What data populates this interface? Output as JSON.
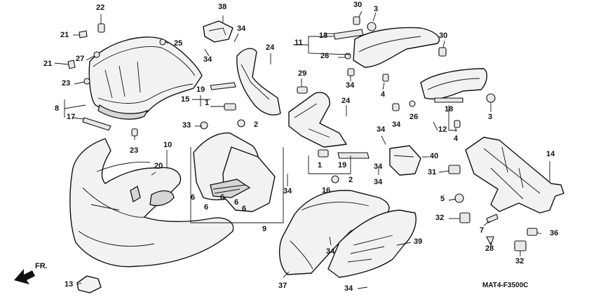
{
  "diagram": {
    "figure_code": "MAT4-F3500C",
    "front_label": "FR.",
    "callouts": [
      {
        "id": "c22",
        "text": "22"
      },
      {
        "id": "c21a",
        "text": "21"
      },
      {
        "id": "c21b",
        "text": "21"
      },
      {
        "id": "c27",
        "text": "27"
      },
      {
        "id": "c23a",
        "text": "23"
      },
      {
        "id": "c25",
        "text": "25"
      },
      {
        "id": "c8",
        "text": "8"
      },
      {
        "id": "c17",
        "text": "17"
      },
      {
        "id": "c23b",
        "text": "23"
      },
      {
        "id": "c38",
        "text": "38"
      },
      {
        "id": "c34a",
        "text": "34"
      },
      {
        "id": "c34b",
        "text": "34"
      },
      {
        "id": "c24a",
        "text": "24"
      },
      {
        "id": "c19a",
        "text": "19"
      },
      {
        "id": "c15",
        "text": "15"
      },
      {
        "id": "c1a",
        "text": "1"
      },
      {
        "id": "c33",
        "text": "33"
      },
      {
        "id": "c2a",
        "text": "2"
      },
      {
        "id": "c10",
        "text": "10"
      },
      {
        "id": "c20",
        "text": "20"
      },
      {
        "id": "c6a",
        "text": "6"
      },
      {
        "id": "c6b",
        "text": "6"
      },
      {
        "id": "c6c",
        "text": "6"
      },
      {
        "id": "c6d",
        "text": "6"
      },
      {
        "id": "c6e",
        "text": "6"
      },
      {
        "id": "c9",
        "text": "9"
      },
      {
        "id": "c13",
        "text": "13"
      },
      {
        "id": "c30a",
        "text": "30"
      },
      {
        "id": "c3a",
        "text": "3"
      },
      {
        "id": "c11",
        "text": "11"
      },
      {
        "id": "c18a",
        "text": "18"
      },
      {
        "id": "c26a",
        "text": "26"
      },
      {
        "id": "c29",
        "text": "29"
      },
      {
        "id": "c34c",
        "text": "34"
      },
      {
        "id": "c24b",
        "text": "24"
      },
      {
        "id": "c1b",
        "text": "1"
      },
      {
        "id": "c19b",
        "text": "19"
      },
      {
        "id": "c16",
        "text": "16"
      },
      {
        "id": "c2b",
        "text": "2"
      },
      {
        "id": "c34d",
        "text": "34"
      },
      {
        "id": "c34e",
        "text": "34"
      },
      {
        "id": "c39",
        "text": "39"
      },
      {
        "id": "c34f",
        "text": "34"
      },
      {
        "id": "c34g",
        "text": "34"
      },
      {
        "id": "c37",
        "text": "37"
      },
      {
        "id": "c30b",
        "text": "30"
      },
      {
        "id": "c4a",
        "text": "4"
      },
      {
        "id": "c34h",
        "text": "34"
      },
      {
        "id": "c26b",
        "text": "26"
      },
      {
        "id": "c18b",
        "text": "18"
      },
      {
        "id": "c3b",
        "text": "3"
      },
      {
        "id": "c12",
        "text": "12"
      },
      {
        "id": "c4b",
        "text": "4"
      },
      {
        "id": "c34i",
        "text": "34"
      },
      {
        "id": "c40",
        "text": "40"
      },
      {
        "id": "c31",
        "text": "31"
      },
      {
        "id": "c34j",
        "text": "34"
      },
      {
        "id": "c14",
        "text": "14"
      },
      {
        "id": "c5",
        "text": "5"
      },
      {
        "id": "c32a",
        "text": "32"
      },
      {
        "id": "c7",
        "text": "7"
      },
      {
        "id": "c36",
        "text": "36"
      },
      {
        "id": "c28",
        "text": "28"
      },
      {
        "id": "c32b",
        "text": "32"
      }
    ]
  }
}
